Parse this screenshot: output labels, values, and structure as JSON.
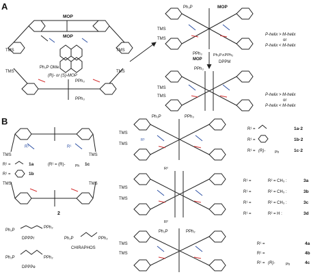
{
  "panel_a": {
    "label": "A",
    "top_left": {
      "mop_top": "MOP",
      "mop_bottom": "MOP",
      "tms": "TMS",
      "reagent": "Ph₂P OMe",
      "reagent_name": "(R)- or (S)-MOP"
    },
    "top_right": {
      "ph3p": "Ph₃P",
      "mop": "MOP",
      "tms": "TMS",
      "helix1": "P-helix > M-helix",
      "or1": "or",
      "helix1b": "P-helix < M-helix"
    },
    "arrow_reagents": {
      "pph3": "PPh₃",
      "mop": "MOP",
      "dppm_fragment": "Ph₂P∧PPh₂",
      "dppm": "DPPM"
    },
    "bottom_left": {
      "pph3": "PPh₃",
      "tms": "TMS"
    },
    "bottom_right": {
      "pph3": "PPh₃",
      "tms": "TMS",
      "helix2": "P-helix > M-helix",
      "or2": "or",
      "helix2b": "P-helix < M-helix"
    }
  },
  "panel_b": {
    "label": "B",
    "left": {
      "tms": "TMS",
      "r1": "R¹",
      "sub1a_label": "R¹ =",
      "sub1a_id": "1a",
      "sub1b_label": "R¹ =",
      "sub1b_id": "1b",
      "sub1c_label": "(R¹ = (R)-",
      "sub1c_ph": "Ph",
      "sub1c_id": "1c",
      "comp2_id": "2",
      "dpppr": "DPPPr",
      "dpppe": "DPPPe",
      "chiraphos": "CHIRAPHOS",
      "ph2p": "Ph₂P",
      "pph2": "PPh₂"
    },
    "right": {
      "ph3p": "Ph₃P",
      "pph3": "PPh₃",
      "tms": "TMS",
      "r1": "R¹",
      "r2": "R²",
      "ids_1": [
        "1a·2",
        "1b·2",
        "1c·2"
      ],
      "ids_3": [
        "3a",
        "3b",
        "3c",
        "3d"
      ],
      "r2_vals": [
        "R² = CH₃ :",
        "R² = CH₃ :",
        "R² = CH₃ :",
        "R² = H :"
      ],
      "ids_4": [
        "4a",
        "4b",
        "4c"
      ],
      "r1_eq": "R¹ =",
      "r_prefix": "(R)-",
      "ph": "Ph"
    }
  }
}
